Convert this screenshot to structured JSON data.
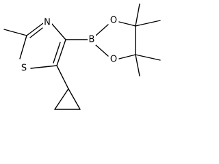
{
  "molecule": {
    "atoms": {
      "nitrogen": "N",
      "sulfur": "S",
      "boron": "B",
      "oxygen_top": "O",
      "oxygen_bottom": "O"
    }
  }
}
